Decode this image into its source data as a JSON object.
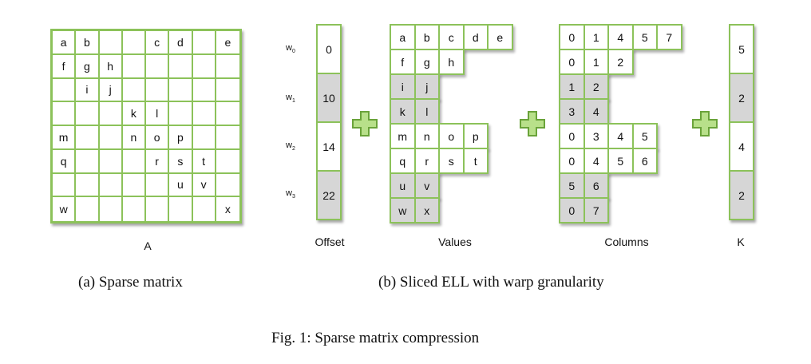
{
  "matrix": {
    "label": "A",
    "rows": [
      [
        "a",
        "b",
        "",
        "",
        "c",
        "d",
        "",
        "e"
      ],
      [
        "f",
        "g",
        "h",
        "",
        "",
        "",
        "",
        ""
      ],
      [
        "",
        "i",
        "j",
        "",
        "",
        "",
        "",
        ""
      ],
      [
        "",
        "",
        "",
        "k",
        "l",
        "",
        "",
        ""
      ],
      [
        "m",
        "",
        "",
        "n",
        "o",
        "p",
        "",
        ""
      ],
      [
        "q",
        "",
        "",
        "",
        "r",
        "s",
        "t",
        ""
      ],
      [
        "",
        "",
        "",
        "",
        "",
        "u",
        "v",
        ""
      ],
      [
        "w",
        "",
        "",
        "",
        "",
        "",
        "",
        "x"
      ]
    ]
  },
  "warps": [
    {
      "w": "w",
      "n": "0"
    },
    {
      "w": "w",
      "n": "1"
    },
    {
      "w": "w",
      "n": "2"
    },
    {
      "w": "w",
      "n": "3"
    }
  ],
  "offset": {
    "label": "Offset",
    "values": [
      "0",
      "10",
      "14",
      "22"
    ]
  },
  "values_array": {
    "label": "Values",
    "rows": [
      [
        "a",
        "b",
        "c",
        "d",
        "e"
      ],
      [
        "f",
        "g",
        "h"
      ],
      [
        "i",
        "j"
      ],
      [
        "k",
        "l"
      ],
      [
        "m",
        "n",
        "o",
        "p"
      ],
      [
        "q",
        "r",
        "s",
        "t"
      ],
      [
        "u",
        "v"
      ],
      [
        "w",
        "x"
      ]
    ]
  },
  "columns_array": {
    "label": "Columns",
    "rows": [
      [
        "0",
        "1",
        "4",
        "5",
        "7"
      ],
      [
        "0",
        "1",
        "2"
      ],
      [
        "1",
        "2"
      ],
      [
        "3",
        "4"
      ],
      [
        "0",
        "3",
        "4",
        "5"
      ],
      [
        "0",
        "4",
        "5",
        "6"
      ],
      [
        "5",
        "6"
      ],
      [
        "0",
        "7"
      ]
    ]
  },
  "k_array": {
    "label": "K",
    "values": [
      "5",
      "2",
      "4",
      "2"
    ]
  },
  "captions": {
    "sub_a": "(a)  Sparse matrix",
    "sub_b": "(b)  Sliced ELL with warp granularity",
    "figure": "Fig. 1: Sparse matrix compression"
  },
  "colors": {
    "accent": "#8cc25a",
    "shade": "#d6d6d6"
  }
}
